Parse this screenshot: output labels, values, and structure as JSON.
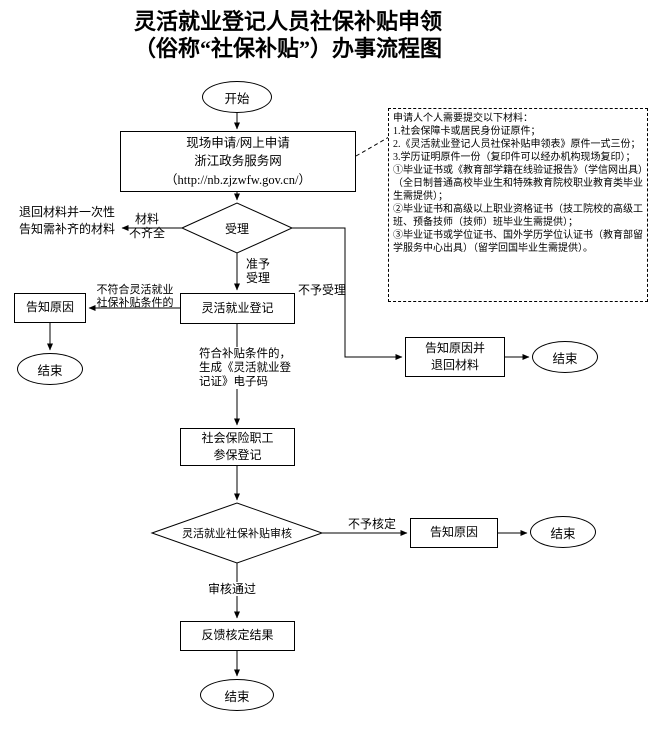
{
  "title": {
    "line1": "灵活就业登记人员社保补贴申领",
    "line2": "（俗称“社保补贴”）办事流程图"
  },
  "nodes": {
    "start": "开始",
    "apply": "现场申请/网上申请\n浙江政务服务网\n（http://nb.zjzwfw.gov.cn/）",
    "accept": "受理",
    "return_materials": "退回材料并一次性\n告知需补齐的材料",
    "register": "灵活就业登记",
    "notify_left": "告知原因",
    "end_left": "结束",
    "notify_return": "告知原因并\n退回材料",
    "end_right_top": "结束",
    "insurance": "社会保险职工\n参保登记",
    "audit": "灵活就业社保补贴审核",
    "notify_right": "告知原因",
    "end_right_bottom": "结束",
    "feedback": "反馈核定结果",
    "end_bottom": "结束"
  },
  "labels": {
    "incomplete": "材料\n不齐全",
    "granted": "准予\n受理",
    "not_eligible": "不符合灵活就业\n社保补贴条件的",
    "rejected": "不予受理",
    "eligible": "符合补贴条件的，\n生成《灵活就业登\n记证》电子码",
    "not_approved": "不予核定",
    "approved": "审核通过"
  },
  "notes": {
    "lines": [
      "申请人个人需要提交以下材料：",
      "1.社会保障卡或居民身份证原件；",
      "2.《灵活就业登记人员社保补贴申领表》原件一式三份；",
      "3.学历证明原件一份（复印件可以经办机构现场复印）；",
      "①毕业证书或《教育部学籍在线验证报告》（学信网出具）（全日制普通高校毕业生和特殊教育院校职业教育类毕业生需提供）；",
      "②毕业证书和高级以上职业资格证书（技工院校的高级工班、预备技师（技师）班毕业生需提供）；",
      "③毕业证书或学位证书、国外学历学位认证书（教育部留学服务中心出具）（留学回国毕业生需提供）。"
    ]
  },
  "colors": {
    "line": "#000000",
    "background": "#ffffff"
  }
}
